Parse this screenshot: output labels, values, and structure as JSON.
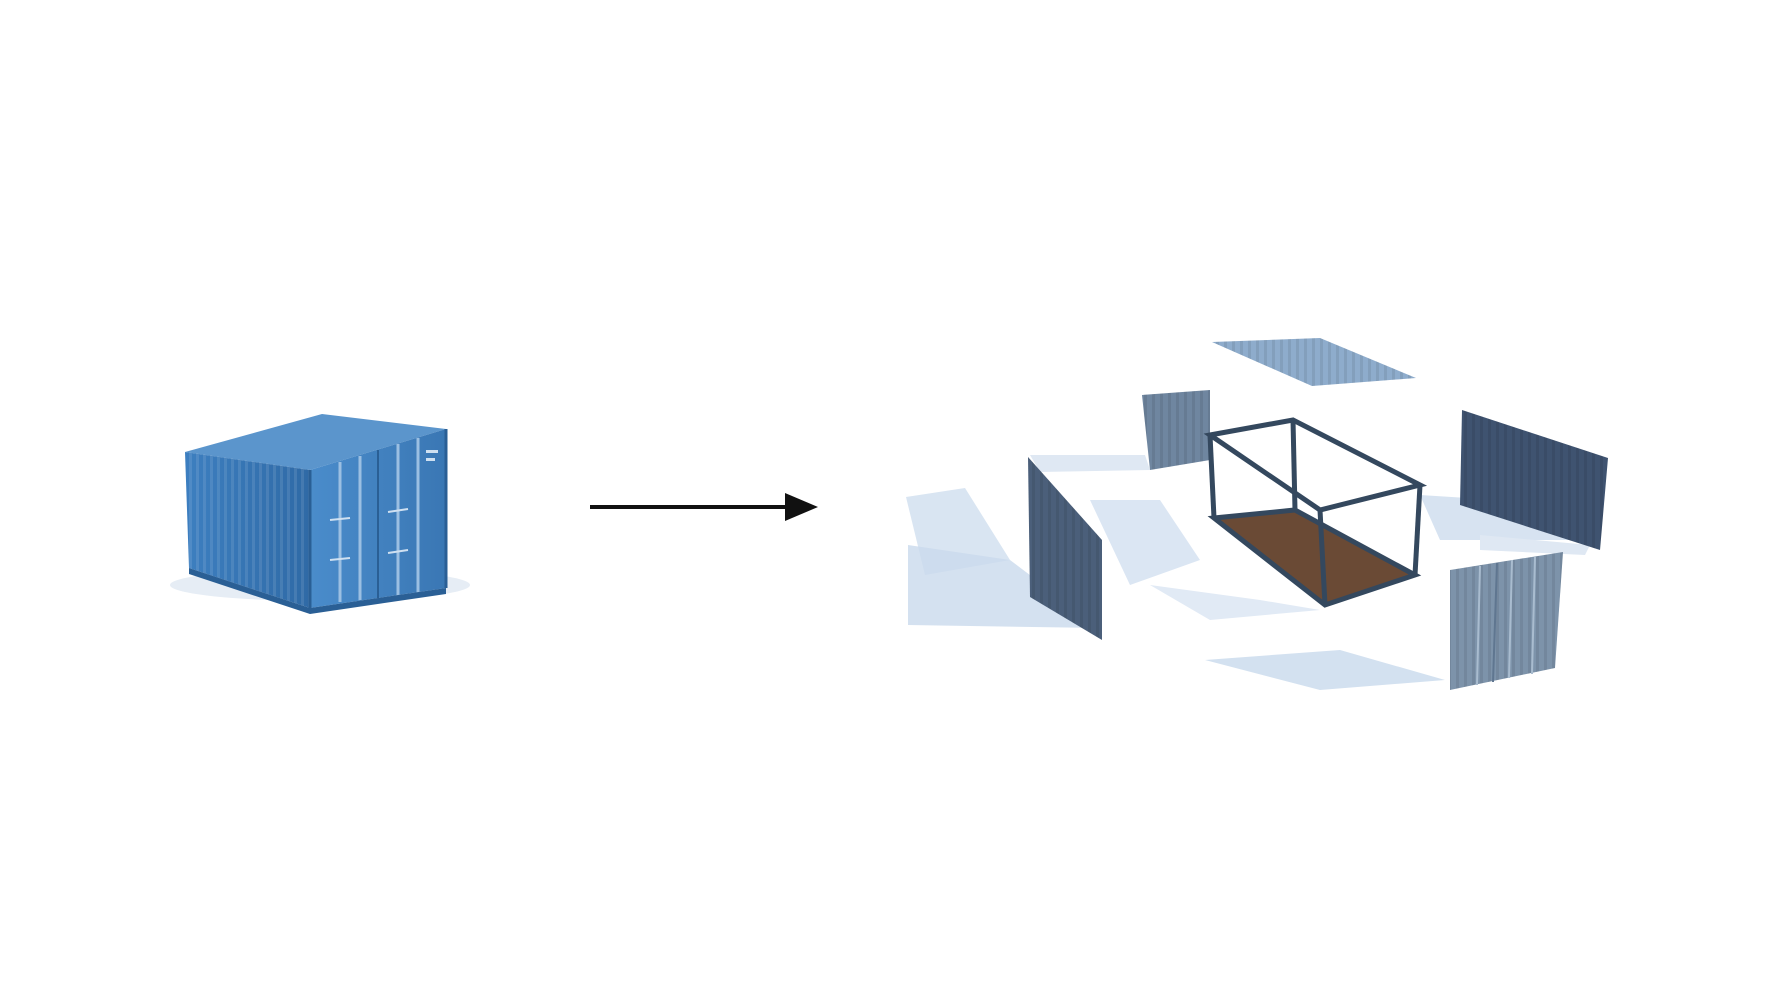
{
  "colors": {
    "background": "#ffffff",
    "container_blue": "#3a78b5",
    "container_blue_dark": "#2a5f95",
    "container_blue_light": "#5b95cc",
    "arrow": "#111111",
    "panel_dark": "#4b5f7a",
    "panel_mid": "#6f86a0",
    "panel_light": "#8fa6bd",
    "roof_panel": "#8eaccc",
    "frame": "#34485e",
    "floor": "#6a4a35",
    "shadow": "#dbe6f3"
  },
  "diagram": {
    "source_label": "",
    "target_label": "",
    "source": {
      "icon": "shipping-container-icon",
      "description_visible": false
    },
    "connector": {
      "icon": "right-arrow-icon"
    },
    "target": {
      "icon": "exploded-container-icon",
      "parts": [
        "roof-panel",
        "end-wall-left",
        "side-wall-left",
        "steel-frame",
        "floor",
        "side-wall-right",
        "door-end-wall"
      ]
    }
  }
}
